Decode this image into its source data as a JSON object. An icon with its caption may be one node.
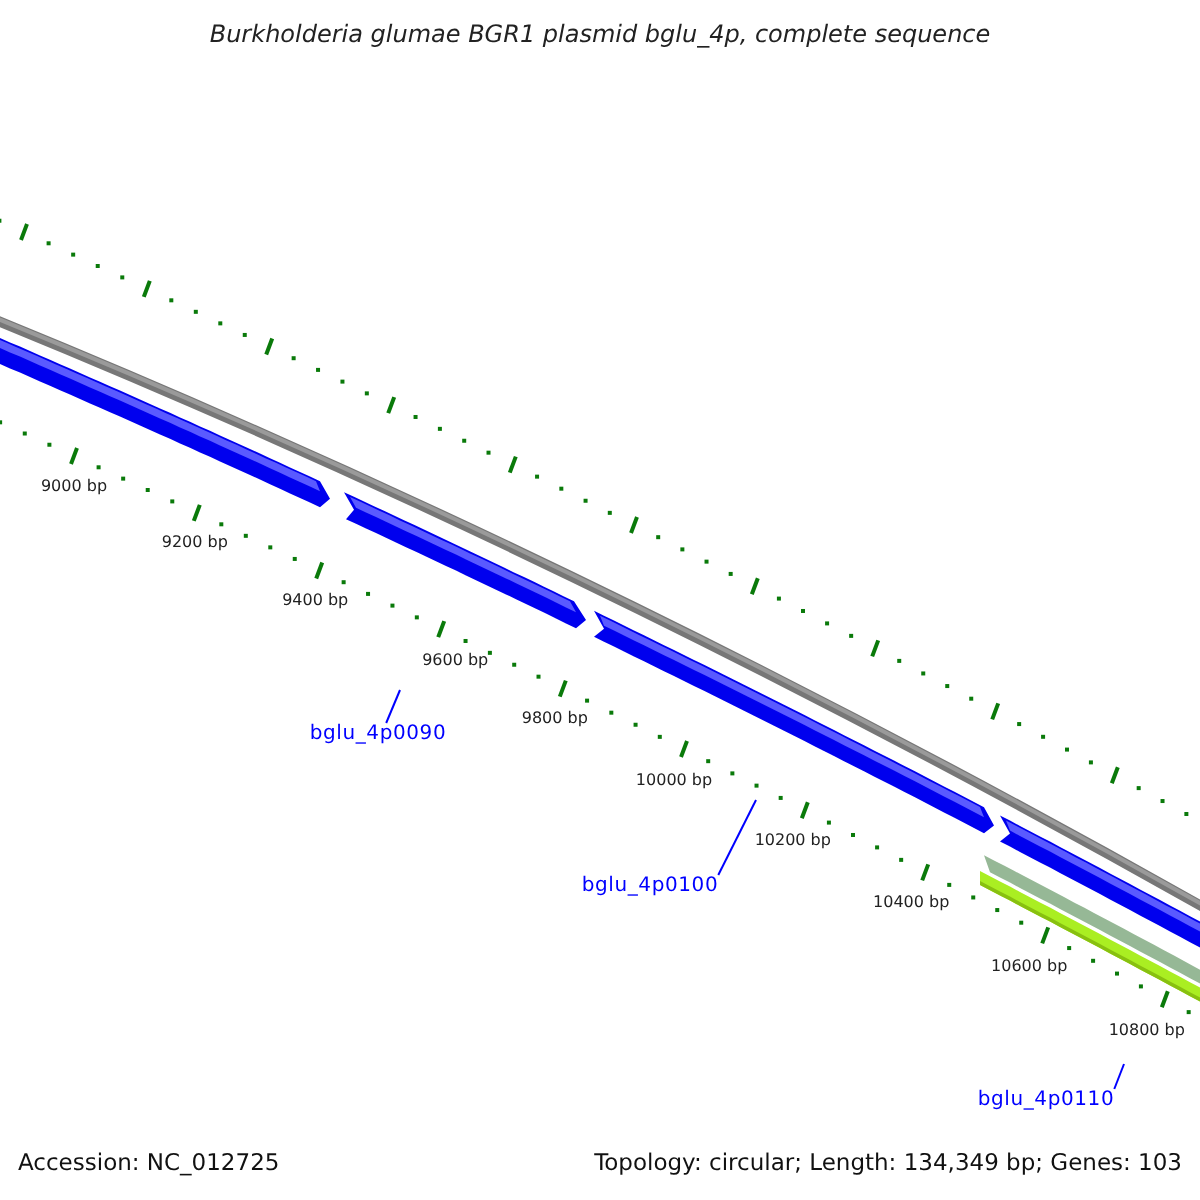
{
  "diagram": {
    "title": "Burkholderia glumae BGR1 plasmid bglu_4p, complete sequence",
    "nodes": [
      {
        "text": [
          "bglu_4p0090"
        ]
      },
      {
        "text": [
          "bglu_4p0100"
        ]
      },
      {
        "text": [
          "bglu_4p0110"
        ]
      }
    ],
    "edges": [
      {
        "from": 0,
        "to": null,
        "arrow": "none",
        "color": "#0000ff"
      },
      {
        "from": 1,
        "to": null,
        "arrow": "none",
        "color": "#0000ff"
      },
      {
        "from": 2,
        "to": null,
        "arrow": "none",
        "color": "#0000ff"
      }
    ],
    "labels": [
      "9000 bp",
      "9200 bp",
      "9400 bp",
      "9600 bp",
      "9800 bp",
      "10000 bp",
      "10200 bp",
      "10400 bp",
      "10600 bp",
      "10800 bp",
      "Accession: NC_012725",
      "Topology: circular; Length: 134,349 bp; Genes: 103"
    ]
  }
}
